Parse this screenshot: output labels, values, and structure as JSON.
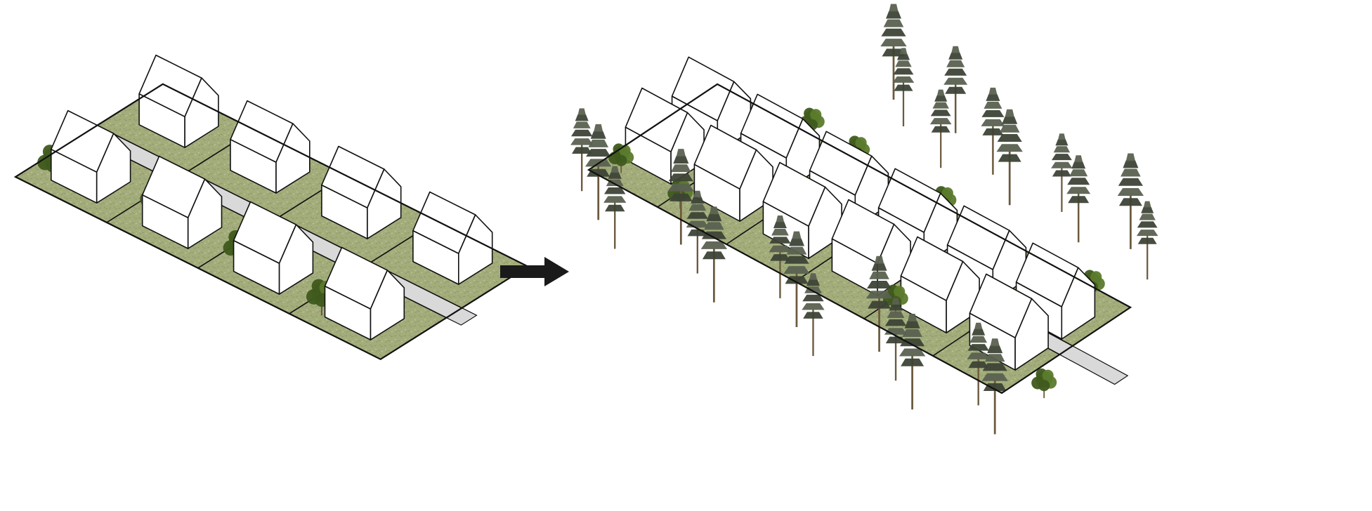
{
  "diagram": {
    "panels": [
      {
        "id": "before",
        "rows": 2,
        "cols": 4,
        "houses_per_row": 4,
        "trees": "sparse"
      },
      {
        "id": "after",
        "rows": 2,
        "cols": 6,
        "houses_per_row": 6,
        "trees": "dense"
      }
    ],
    "arrow": {
      "direction": "right",
      "icon": "arrow-right-icon"
    },
    "colors": {
      "background": "#ffffff",
      "grass": "#a3ad7c",
      "grass_dark": "#8e9867",
      "road": "#d9d9d9",
      "outline": "#111111",
      "house": "#ffffff",
      "arrow": "#1a1a1a",
      "tree_leaf": "#5b7a2c",
      "tree_leaf_dark": "#3f5a1c",
      "pine": "#5a6150",
      "pine_dark": "#3d4336",
      "trunk": "#6b5a3e"
    }
  }
}
